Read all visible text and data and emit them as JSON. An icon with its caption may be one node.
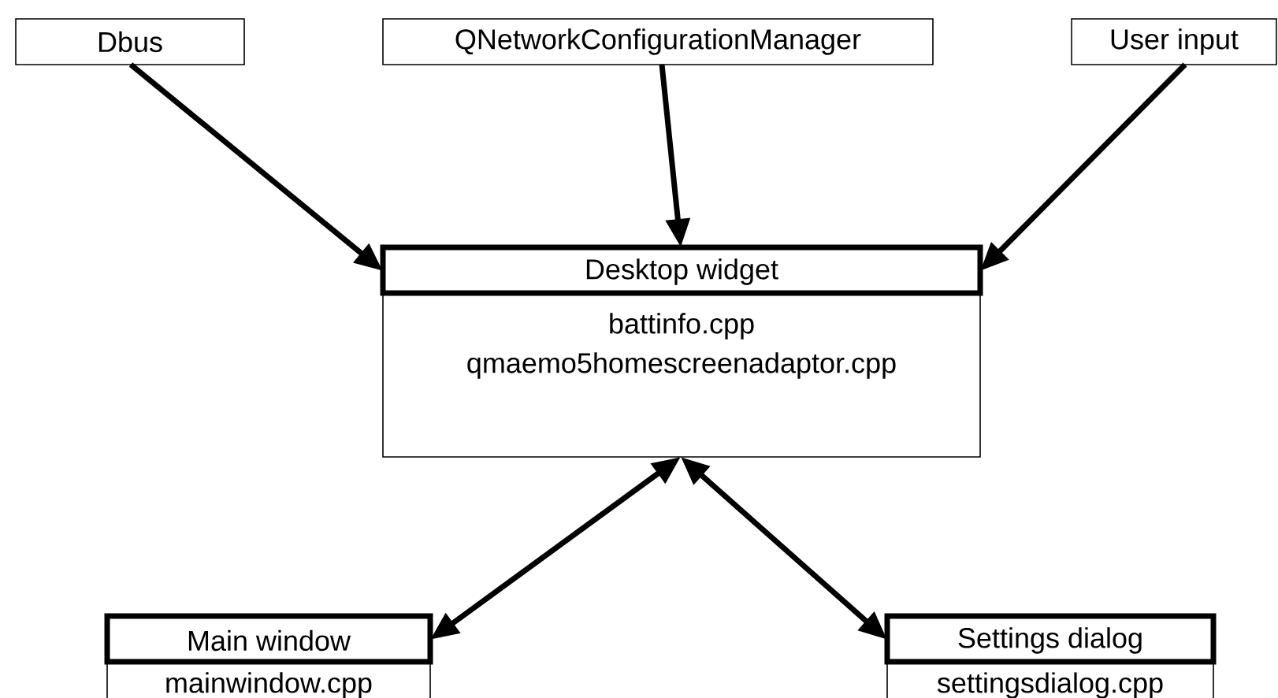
{
  "diagram": {
    "nodes": [
      {
        "text": [
          "Dbus"
        ]
      },
      {
        "text": [
          "QNetworkConfigurationManager"
        ]
      },
      {
        "text": [
          "User input"
        ]
      },
      {
        "text": [
          "Desktop widget",
          "battinfo.cpp",
          "qmaemo5homescreenadaptor.cpp"
        ]
      },
      {
        "text": [
          "Main window",
          "mainwindow.cpp"
        ]
      },
      {
        "text": [
          "Settings dialog",
          "settingsdialog.cpp"
        ]
      }
    ],
    "edges": [
      {
        "from": 0,
        "to": 3,
        "arrow": "to"
      },
      {
        "from": 1,
        "to": 3,
        "arrow": "to"
      },
      {
        "from": 2,
        "to": 3,
        "arrow": "to"
      },
      {
        "from": 3,
        "to": 4,
        "arrow": "both"
      },
      {
        "from": 3,
        "to": 5,
        "arrow": "both"
      }
    ]
  }
}
